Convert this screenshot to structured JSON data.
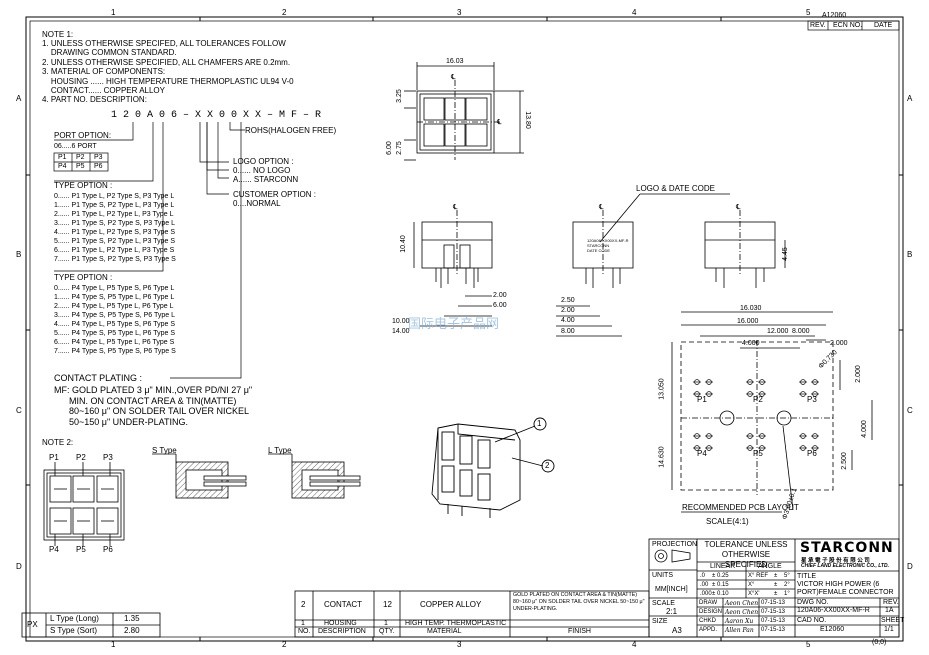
{
  "frame": {
    "cols": [
      "1",
      "2",
      "3",
      "4",
      "5"
    ],
    "rows": [
      "A",
      "B",
      "C",
      "D"
    ],
    "rev_block": {
      "doc": "A12060",
      "h1": "REV.",
      "h2": "ECN NO.",
      "h3": "DATE"
    },
    "origin": "(0,0)"
  },
  "notes": {
    "title": "NOTE 1:",
    "lines": [
      "1. UNLESS OTHERWISE SPECIFED, ALL TOLERANCES FOLLOW",
      "    DRAWING COMMON STANDARD.",
      "2. UNLESS OTHERWISE SPECIFIED, ALL CHAMFERS ARE 0.2mm.",
      "3. MATERIAL OF COMPONENTS:",
      "    HOUSING ...... HIGH TEMPERATURE THERMOPLASTIC UL94 V-0",
      "    CONTACT...... COPPER ALLOY",
      "4. PART NO. DESCRIPTION:"
    ],
    "part_no": "1 2 0 A 0 6 – X X 0 0 X X – M F – R",
    "rohs": "ROHS(HALOGEN FREE)",
    "port_option": {
      "title": "PORT OPTION:",
      "range": "06.....6 PORT",
      "grid": [
        [
          "P1",
          "P2",
          "P3"
        ],
        [
          "P4",
          "P5",
          "P6"
        ]
      ]
    },
    "logo_option": {
      "title": "LOGO OPTION :",
      "lines": [
        "0...... NO LOGO",
        "A...... STARCONN"
      ]
    },
    "customer_option": {
      "title": "CUSTOMER OPTION :",
      "lines": [
        "0....NORMAL"
      ]
    },
    "type_option_1": {
      "title": "TYPE OPTION :",
      "lines": [
        "0...... P1 Type L, P2 Type S, P3 Type L",
        "1...... P1 Type S, P2 Type L, P3 Type L",
        "2...... P1 Type L, P2 Type L, P3 Type L",
        "3...... P1 Type S, P2 Type S, P3 Type L",
        "4...... P1 Type L, P2 Type S, P3 Type S",
        "5...... P1 Type S, P2 Type L, P3 Type S",
        "6...... P1 Type L, P2 Type L, P3 Type S",
        "7...... P1 Type S, P2 Type S, P3 Type S"
      ]
    },
    "type_option_2": {
      "title": "TYPE OPTION :",
      "lines": [
        "0...... P4 Type L, P5 Type S, P6 Type L",
        "1...... P4 Type S, P5 Type L, P6 Type L",
        "2...... P4 Type L, P5 Type L, P6 Type L",
        "3...... P4 Type S, P5 Type S, P6 Type L",
        "4...... P4 Type L, P5 Type S, P6 Type S",
        "5...... P4 Type S, P5 Type L, P6 Type S",
        "6...... P4 Type L, P5 Type L, P6 Type S",
        "7...... P4 Type S, P5 Type S, P6 Type S"
      ]
    },
    "contact_plating": {
      "title": "CONTACT PLATING :",
      "lines": [
        "MF: GOLD PLATED 3 μ\" MIN.,OVER PD/NI 27 μ\"",
        "      MIN. ON CONTACT AREA & TIN(MATTE)",
        "      80~160 μ\" ON SOLDER TAIL OVER NICKEL",
        "      50~150 μ\" UNDER-PLATING."
      ]
    }
  },
  "note2": {
    "title": "NOTE 2:",
    "top": [
      "P1",
      "P2",
      "P3"
    ],
    "bottom": [
      "P4",
      "P5",
      "P6"
    ],
    "s_type": "S Type",
    "l_type": "L Type"
  },
  "views": {
    "top": {
      "w": "16.03",
      "h1": "3.25",
      "h2": "13.80",
      "h3": "6.00",
      "h4": "2.75"
    },
    "side": {
      "h": "10.40",
      "d1": "2.00",
      "d2": "6.00",
      "d3": "10.00",
      "d4": "14.00"
    },
    "front": {
      "logo_label": "LOGO & DATE CODE",
      "d1": "2.50",
      "d2": "2.00",
      "d3": "4.00",
      "d4": "8.00",
      "marking": [
        "120A06-XX00XX-MF-R",
        "STARCONN",
        "DATE CODE"
      ]
    },
    "right": {
      "h": "4.45"
    },
    "centerline": "℄"
  },
  "pcb": {
    "dims": [
      "16.030",
      "16.000",
      "12.000",
      "8.000",
      "4.000",
      "2.000",
      "13.050",
      "14.630",
      "2.000",
      "4.000",
      "2.500"
    ],
    "hole": "Φ0.730",
    "peg": "Φ3.00±0.1",
    "ports": [
      "P1",
      "P2",
      "P3",
      "P4",
      "P5",
      "P6"
    ],
    "title": "RECOMMENDED PCB LAYOUT",
    "scale": "SCALE(4:1)"
  },
  "iso": {
    "callouts": [
      "1",
      "2"
    ]
  },
  "watermark": "国际电子产品网",
  "bom": {
    "rows": [
      {
        "no": "2",
        "desc": "CONTACT",
        "qty": "12",
        "mat": "COPPER ALLOY",
        "finish": "GOLD PLATED ON CONTACT AREA & TIN(MATTE) 80~160 μ\" ON SOLDER TAIL OVER NICKEL 50~150 μ\" UNDER-PLATING."
      },
      {
        "no": "1",
        "desc": "HOUSING",
        "qty": "1",
        "mat": "HIGH TEMP. THERMOPLASTIC",
        "finish": ""
      }
    ],
    "head": {
      "no": "NO.",
      "desc": "DESCRIPTION",
      "qty": "QTY.",
      "mat": "MATERIAL",
      "finish": "FINISH"
    }
  },
  "px_table": {
    "label": "PX",
    "rows": [
      {
        "name": "L Type (Long)",
        "val": "1.35"
      },
      {
        "name": "S Type (Sort)",
        "val": "2.80"
      }
    ]
  },
  "title_block": {
    "projection": "PROJECTION",
    "tolerance": "TOLERANCE UNLESS OTHERWISE SPECIFIED",
    "units": "UNITS",
    "units_val": "MM[INCH]",
    "linear": "LINEAR",
    "angle": "ANGLE",
    "tol_rows": [
      [
        ".0",
        "± 0.25",
        "X° REF",
        "±",
        "5°"
      ],
      [
        ".00",
        "± 0.15",
        "X°",
        "±",
        "2°"
      ],
      [
        ".000",
        "± 0.10",
        "X°X'",
        "±",
        "1°"
      ]
    ],
    "scale_label": "SCALE",
    "scale": "2:1",
    "size_label": "SIZE",
    "size": "A3",
    "people": [
      {
        "role": "DRAW",
        "name": "Aeon Chen",
        "date": "07-15-13"
      },
      {
        "role": "DESIGN",
        "name": "Aeon Chen",
        "date": "07-15-13"
      },
      {
        "role": "CHKD",
        "name": "Aaron Xu",
        "date": "07-15-13"
      },
      {
        "role": "APPD.",
        "name": "Allen Pan",
        "date": "07-15-13"
      }
    ],
    "company": "STARCONN",
    "company_cn": "星 承 電 子 股 份 有 限 公 司",
    "company_en": "CHIEF LAND ELECTRONIC CO., LTD.",
    "title_label": "TITLE",
    "title": "VICTOR HIGH POWER (6 PORT)FEMALE CONNECTOR",
    "dwg_label": "DWG NO.",
    "dwg": "120A06-XX00XX-MF-R",
    "rev_label": "REV.",
    "rev": "1A",
    "cad_label": "CAD NO.",
    "cad": "E12060",
    "sheet_label": "SHEET",
    "sheet": "1/1"
  }
}
